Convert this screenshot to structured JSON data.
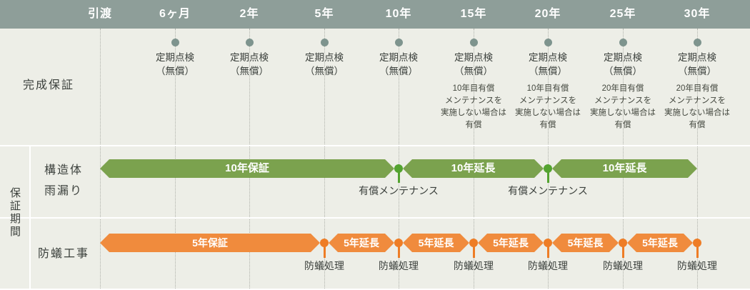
{
  "header": {
    "columns": [
      "引渡",
      "6ヶ月",
      "2年",
      "5年",
      "10年",
      "15年",
      "20年",
      "25年",
      "30年"
    ]
  },
  "kansei_row": {
    "label": "完成保証",
    "inspections": [
      {
        "title": "定期点検\n（無償）",
        "note": ""
      },
      {
        "title": "定期点検\n（無償）",
        "note": ""
      },
      {
        "title": "定期点検\n（無償）",
        "note": ""
      },
      {
        "title": "定期点検\n（無償）",
        "note": ""
      },
      {
        "title": "定期点検\n（無償）",
        "note": "10年目有償\nメンテナンスを\n実施しない場合は\n有償"
      },
      {
        "title": "定期点検\n（無償）",
        "note": "10年目有償\nメンテナンスを\n実施しない場合は\n有償"
      },
      {
        "title": "定期点検\n（無償）",
        "note": "20年目有償\nメンテナンスを\n実施しない場合は\n有償"
      },
      {
        "title": "定期点検\n（無償）",
        "note": "20年目有償\nメンテナンスを\n実施しない場合は\n有償"
      }
    ]
  },
  "side": {
    "label": "保証期間"
  },
  "structure_row": {
    "label": "構造体\n雨漏り",
    "bars": [
      {
        "label": "10年保証",
        "from": "引渡",
        "to": "10年"
      },
      {
        "label": "10年延長",
        "from": "10年",
        "to": "20年"
      },
      {
        "label": "10年延長",
        "from": "20年",
        "to": "30年"
      }
    ],
    "milestones": [
      {
        "label": "有償メンテナンス",
        "at": "10年"
      },
      {
        "label": "有償メンテナンス",
        "at": "20年"
      }
    ]
  },
  "termite_row": {
    "label": "防蟻工事",
    "bars": [
      {
        "label": "5年保証",
        "from": "引渡",
        "to": "5年"
      },
      {
        "label": "5年延長",
        "from": "5年",
        "to": "10年"
      },
      {
        "label": "5年延長",
        "from": "10年",
        "to": "15年"
      },
      {
        "label": "5年延長",
        "from": "15年",
        "to": "20年"
      },
      {
        "label": "5年延長",
        "from": "20年",
        "to": "25年"
      },
      {
        "label": "5年延長",
        "from": "25年",
        "to": "30年"
      }
    ],
    "milestones": [
      {
        "label": "防蟻処理",
        "at": "5年"
      },
      {
        "label": "防蟻処理",
        "at": "10年"
      },
      {
        "label": "防蟻処理",
        "at": "15年"
      },
      {
        "label": "防蟻処理",
        "at": "20年"
      },
      {
        "label": "防蟻処理",
        "at": "25年"
      },
      {
        "label": "防蟻処理",
        "at": "30年"
      }
    ]
  },
  "colors": {
    "header_bg": "#8E9E99",
    "body_bg": "#EDEEE7",
    "green_bar": "#7BA24E",
    "green_dot": "#54A330",
    "orange_bar": "#F08B3D",
    "orange_dot": "#EE7D26",
    "inspection_dot": "#7E948E",
    "grid_line": "#AFB1AA",
    "text_dark": "#3B403C"
  }
}
